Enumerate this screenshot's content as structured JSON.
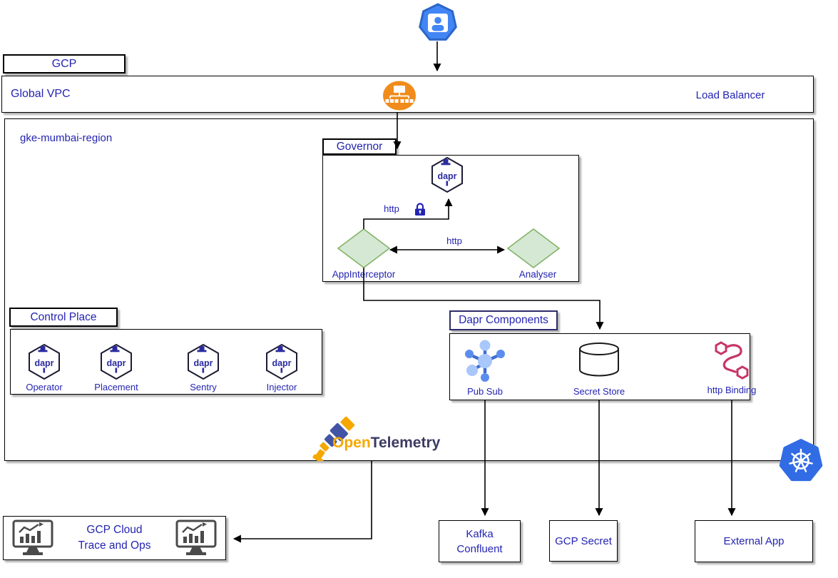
{
  "dapr_logo_text": "dapr",
  "header": {
    "gcp_label": "GCP",
    "global_vpc_label": "Global VPC",
    "load_balancer_label": "Load Balancer"
  },
  "region": {
    "label": "gke-mumbai-region"
  },
  "governor": {
    "title": "Governor",
    "http_secure_label": "http",
    "http_label": "http",
    "nodes": {
      "app_interceptor": "AppInterceptor",
      "analyser": "Analyser"
    }
  },
  "control_place": {
    "title": "Control Place",
    "items": [
      {
        "label": "Operator"
      },
      {
        "label": "Placement"
      },
      {
        "label": "Sentry"
      },
      {
        "label": "Injector"
      }
    ]
  },
  "dapr_components": {
    "title": "Dapr Components",
    "items": [
      {
        "label": "Pub Sub"
      },
      {
        "label": "Secret Store"
      },
      {
        "label": "http Binding"
      }
    ]
  },
  "opentelemetry": {
    "open": "Open",
    "telemetry": "Telemetry"
  },
  "sinks": {
    "trace": {
      "line1": "GCP Cloud",
      "line2": "Trace and Ops"
    },
    "kafka": {
      "line1": "Kafka",
      "line2": "Confluent"
    },
    "gcp_secret": {
      "label": "GCP Secret"
    },
    "external_app": {
      "label": "External App"
    }
  },
  "icons": {
    "user": "user-hexagon-icon",
    "load_balancer": "load-balancer-icon",
    "dapr": "dapr-hexagon-icon",
    "lock": "lock-icon",
    "pub_sub": "pubsub-molecule-icon",
    "secret_store": "database-cylinder-icon",
    "http_binding": "route-hexagons-icon",
    "kubernetes": "kubernetes-wheel-icon",
    "opentelemetry": "telescope-icon",
    "monitoring": "monitor-chart-icon"
  },
  "colors": {
    "label_blue": "#2424B2",
    "diamond_fill": "#D5E8D4",
    "diamond_stroke": "#82B366",
    "load_balancer_orange": "#F08C1B",
    "user_blue": "#4285F4",
    "kubernetes_blue": "#326CE5",
    "pubsub_light_blue": "#A8C7FA",
    "pubsub_medium_blue": "#5C8DEE",
    "binding_pink": "#C73568",
    "dapr_navy": "#2B2BA0",
    "otel_orange": "#F5A800",
    "otel_navy": "#3B3B63",
    "monitor_gray": "#4A4A4A"
  }
}
